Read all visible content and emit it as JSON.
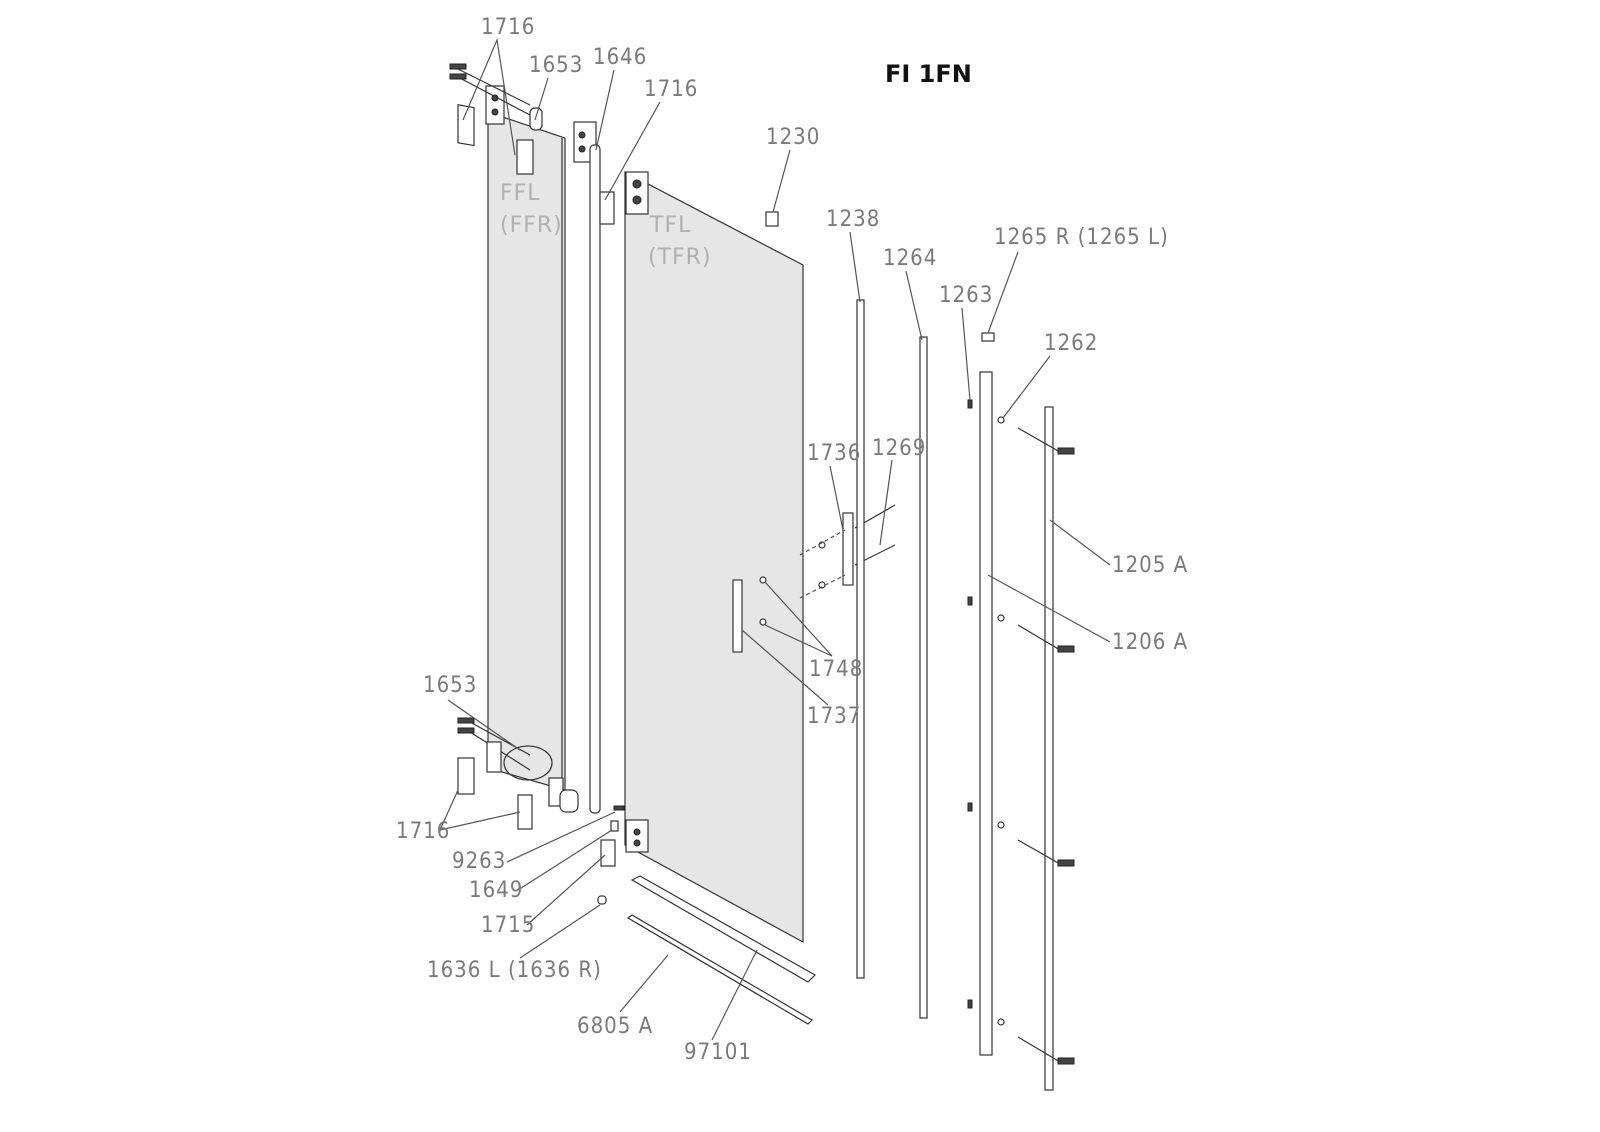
{
  "title": "FI 1FN",
  "zones": {
    "fixed_panel": "FFL",
    "fixed_panel_alt": "(FFR)",
    "door_panel": "TFL",
    "door_panel_alt": "(TFR)"
  },
  "labels": {
    "p1716_top": "1716",
    "p1653_top": "1653",
    "p1646": "1646",
    "p1716_door": "1716",
    "p1230": "1230",
    "p1238": "1238",
    "p1264": "1264",
    "p1265": "1265 R (1265 L)",
    "p1263": "1263",
    "p1262": "1262",
    "p1736": "1736",
    "p1269": "1269",
    "p1205": "1205 A",
    "p1206": "1206 A",
    "p1748": "1748",
    "p1737": "1737",
    "p1653_bottom": "1653",
    "p1716_bottom": "1716",
    "p9263": "9263",
    "p1649": "1649",
    "p1715": "1715",
    "p1636": "1636 L (1636 R)",
    "p6805": "6805 A",
    "p97101": "97101"
  }
}
